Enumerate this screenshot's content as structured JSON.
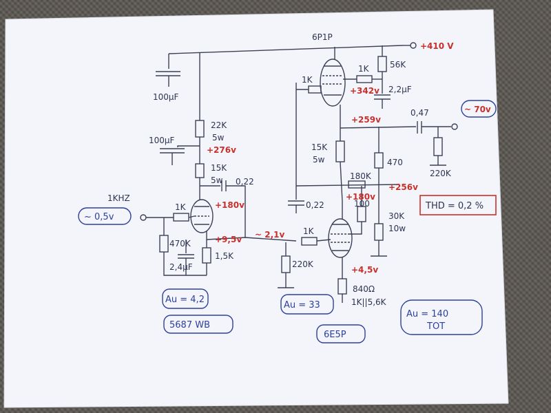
{
  "tubes": {
    "output_tube": "6P1P",
    "driver_tube": "6E5P",
    "input_tube": "5687 WB"
  },
  "supply": {
    "b_plus": "+410 V"
  },
  "voltages": {
    "v342": "+342v",
    "v259": "+259v",
    "v276": "+276v",
    "v180_input": "+180v",
    "v9_5": "+9,5v",
    "v256": "+256v",
    "v180_driver": "+180v",
    "v4_5": "+4,5v"
  },
  "components": {
    "r1k_g1": "1K",
    "r1k_g2": "1K",
    "r56k": "56K",
    "c2_2uf": "2,2µF",
    "c100uf_top": "100µF",
    "c100uf_mid": "100µF",
    "r22k": "22K",
    "r22k_w": "5w",
    "r15k_a": "15K",
    "r15k_a_w": "5w",
    "c022_a": "0,22",
    "r15k_b": "15K",
    "r15k_b_w": "5w",
    "r180k": "180K",
    "c022_b": "0,22",
    "r100": "100",
    "c047": "0,47",
    "r220k_out": "220K",
    "r470": "470",
    "r30k": "30K",
    "r30k_w": "10w",
    "r1k_in": "1K",
    "r470k": "470K",
    "c2_4uf": "2,4µF",
    "r1_5k": "1,5K",
    "r1k_drv": "1K",
    "r220k_drv": "220K",
    "r840": "840Ω",
    "r1k_5_6k": "1K||5,6K"
  },
  "signals": {
    "freq": "1KHZ",
    "input_level": "~ 0,5v",
    "interstage": "~ 2,1v",
    "output_level": "~ 70v"
  },
  "gains": {
    "input_stage": "Au = 4,2",
    "driver_stage": "Au = 33",
    "total": "Au = 140",
    "total_sub": "TOT"
  },
  "thd": "THD = 0,2 %"
}
